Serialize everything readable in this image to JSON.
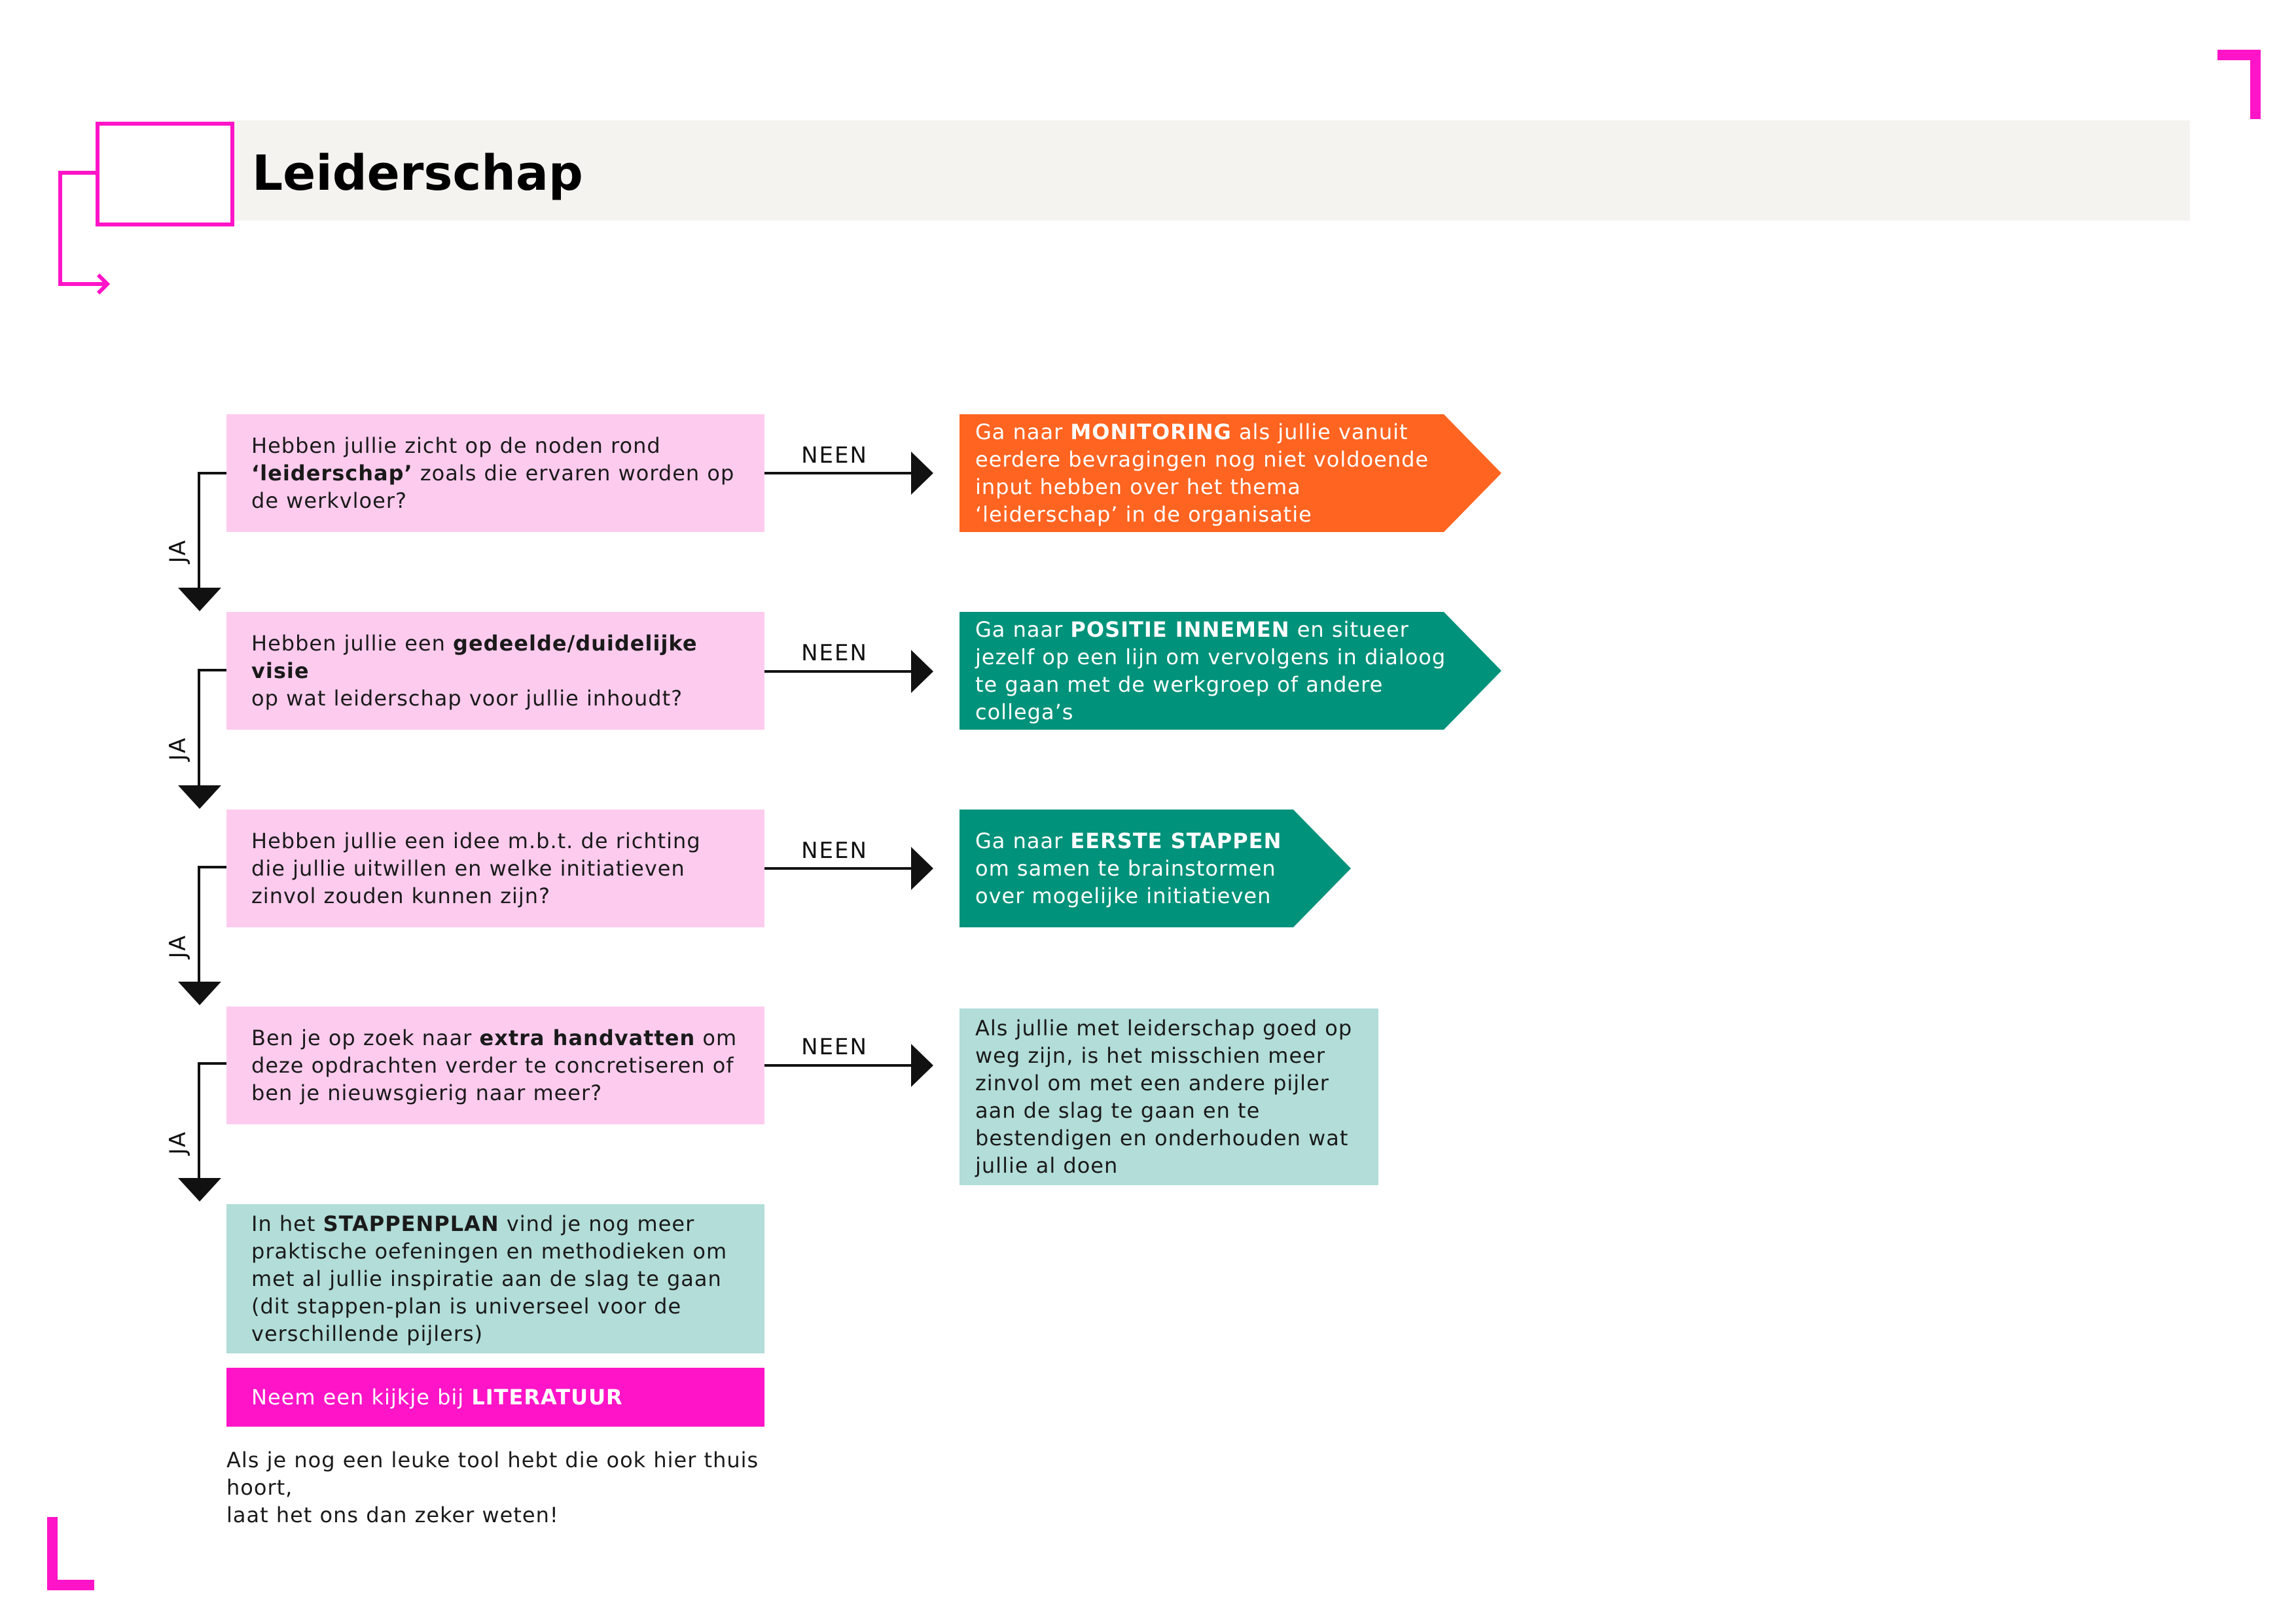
{
  "header": {
    "title": "Leiderschap"
  },
  "labels": {
    "no": "NEEN",
    "yes": "JA"
  },
  "questions": [
    {
      "pre": "Hebben jullie zicht  op de noden rond\n",
      "bold": "‘leiderschap’",
      "post": " zoals die ervaren worden op de werkvloer?"
    },
    {
      "pre": "Hebben jullie een ",
      "bold": "gedeelde/duidelijke visie",
      "post": "\nop wat leiderschap voor jullie inhoudt?"
    },
    {
      "pre": "Hebben jullie een idee m.b.t. de richting die jullie uitwillen en welke initiatieven zinvol zouden kunnen zijn?",
      "bold": "",
      "post": ""
    },
    {
      "pre": "Ben je op zoek naar ",
      "bold": "extra handvatten",
      "post": " om deze opdrachten verder te concretiseren of ben je nieuwsgierig naar meer?"
    }
  ],
  "results": [
    {
      "pre": "Ga naar ",
      "bold": "MONITORING",
      "post": " als jullie vanuit eerdere bevragingen nog niet voldoende input hebben over het thema ‘leiderschap’ in de organisatie",
      "color": "#ff6421"
    },
    {
      "pre": "Ga naar ",
      "bold": "POSITIE INNEMEN",
      "post": " en situeer jezelf op een lijn om vervolgens in dialoog te gaan met de werkgroep of andere collega’s",
      "color": "#00927a"
    },
    {
      "pre": "Ga naar ",
      "bold": "EERSTE STAPPEN",
      "post": " om samen te brainstormen over mogelijke initiatieven",
      "color": "#00927a"
    },
    {
      "pre": "Als jullie met leiderschap goed op weg zijn, is het misschien meer zinvol om met een andere pijler aan de slag te gaan en te bestendigen en onderhouden wat jullie al doen",
      "bold": "",
      "post": "",
      "color": "#b2ddd8"
    }
  ],
  "final": {
    "pre": "In het ",
    "bold": "STAPPENPLAN",
    "post": " vind je nog meer praktische oefeningen en methodieken om met al jullie inspiratie aan de slag te gaan (dit stappen-plan is universeel voor de verschillende pijlers)"
  },
  "literature": {
    "pre": "Neem een kijkje bij ",
    "bold": "LITERATUUR"
  },
  "note": "Als je nog een leuke tool hebt die ook hier thuis hoort,\nlaat het ons dan zeker weten!",
  "colors": {
    "accent": "#ff14c8",
    "question": "#fdcbee",
    "orange": "#ff6421",
    "green": "#00927a",
    "mint": "#b2ddd8",
    "header_bg": "#f4f3ef"
  }
}
